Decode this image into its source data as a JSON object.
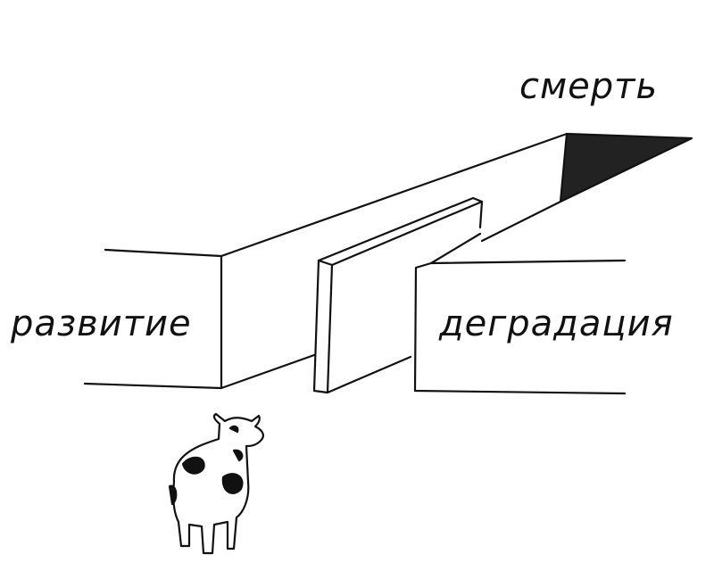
{
  "labels": {
    "death": "смерть",
    "development": "развитие",
    "degradation": "деградация"
  },
  "colors": {
    "ink": "#111111",
    "background": "#ffffff"
  }
}
